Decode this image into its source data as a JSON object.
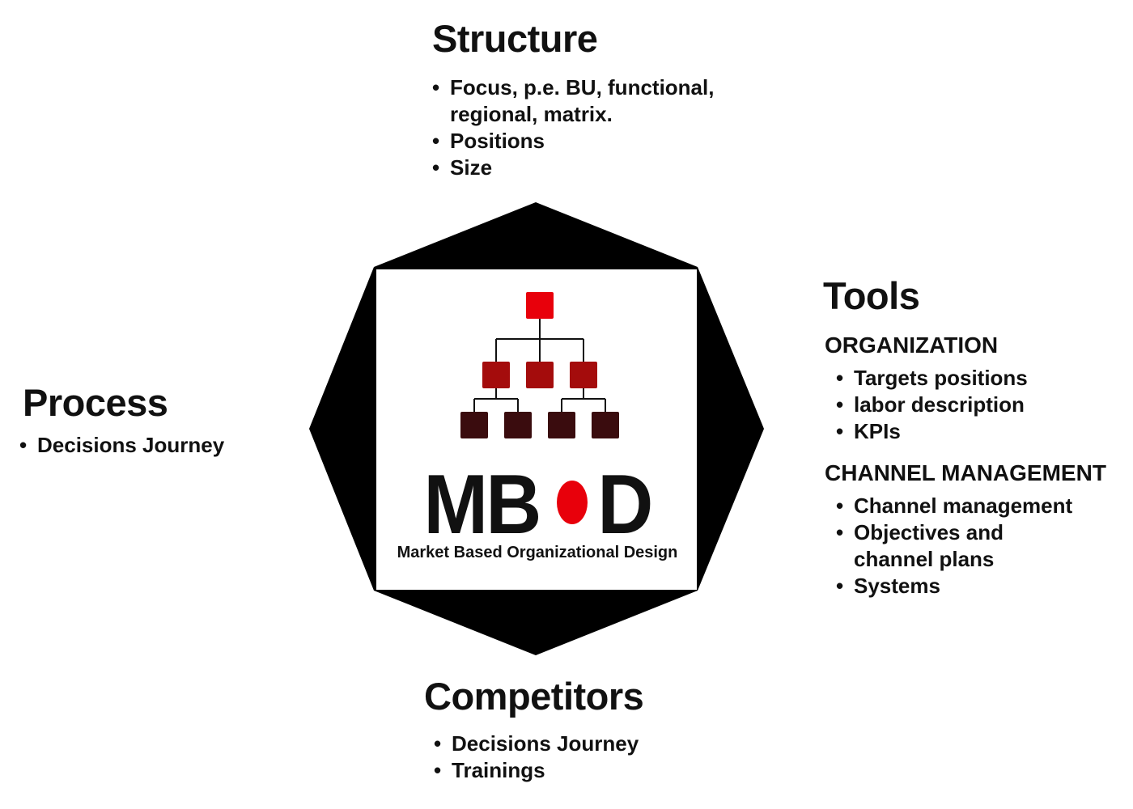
{
  "center": {
    "title_pre": "MB",
    "title_o": "O",
    "title_post": "D",
    "subtitle": "Market Based Organizational Design"
  },
  "structure": {
    "heading": "Structure",
    "items": [
      "Focus, p.e. BU, functional,",
      "regional, matrix.",
      "Positions",
      "Size"
    ]
  },
  "process": {
    "heading": "Process",
    "items": [
      "Decisions Journey"
    ]
  },
  "tools": {
    "heading": "Tools",
    "groups": [
      {
        "title": "ORGANIZATION",
        "items": [
          "Targets positions",
          "labor description",
          "KPIs"
        ]
      },
      {
        "title": "CHANNEL MANAGEMENT",
        "items": [
          "Channel management",
          "Objectives and",
          "channel plans",
          "Systems"
        ]
      }
    ]
  },
  "competitors": {
    "heading": "Competitors",
    "items": [
      "Decisions Journey",
      "Trainings"
    ]
  },
  "colors": {
    "octagon": "#000000",
    "top_node": "#e8000b",
    "mid_node": "#a40c0c",
    "bottom_node": "#3a0c0e",
    "accent_o": "#e8000b"
  }
}
